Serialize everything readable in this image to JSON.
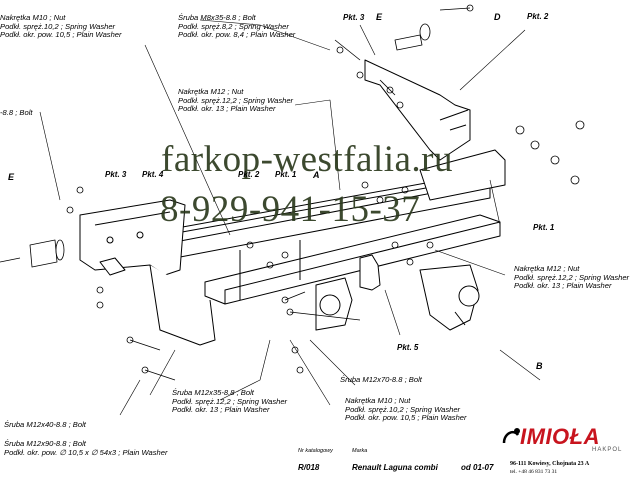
{
  "watermark": {
    "url": "farkop-westfalia.ru",
    "phone": "8-929-941-15-37"
  },
  "letters": [
    "E",
    "D",
    "E",
    "A",
    "B"
  ],
  "points": {
    "pkt2_top": "Pkt. 2",
    "pkt3_top": "Pkt. 3",
    "pkt3_left": "Pkt. 3",
    "pkt4_left": "Pkt. 4",
    "pkt2_mid": "Pkt. 2",
    "pkt1_mid": "Pkt. 1",
    "pkt1_right": "Pkt. 1",
    "pkt5": "Pkt. 5"
  },
  "labels": {
    "nut_m10_top": [
      "Nakrętka  M10 ; Nut",
      "Podkł. spręż.10,2 ; Spring Washer",
      "Podkł. okr. pow. 10,5 ; Plain Washer"
    ],
    "bolt_m8": [
      "Śruba M8x35-8.8 ;  Bolt",
      "Podkł. spręż.8,2 ; Spring Washer",
      "Podkł. okr. pow. 8,4 ; Plain Washer"
    ],
    "nut_m12_mid": [
      "Nakrętka  M12 ; Nut",
      "Podkł. spręż.12,2 ; Spring Washer",
      "Podkł. okr. 13 ; Plain Washer"
    ],
    "bolt_left_partial": "-8.8 ;  Bolt",
    "nut_m12_right": [
      "Nakrętka  M12 ; Nut",
      "Podkł. spręż.12,2 ; Spring Washer",
      "Podkł. okr. 13 ; Plain Washer"
    ],
    "bolt_m12x70": "Śruba M12x70-8.8 ;  Bolt",
    "bolt_m12x35": [
      "Śruba M12x35-8.8 ;  Bolt",
      "Podkł. spręż.12,2 ; Spring Washer",
      "Podkł. okr. 13 ; Plain Washer"
    ],
    "nut_m10_bottom": [
      "Nakrętka  M10 ; Nut",
      "Podkł. spręż.10,2 ; Spring Washer",
      "Podkł. okr. pow. 10,5 ; Plain Washer"
    ],
    "bolt_m12x40": "Śruba M12x40-8.8 ;  Bolt",
    "bolt_m12x90": [
      "Śruba M12x90-8.8 ;  Bolt",
      "Podkł. okr. pow. ∅ 10,5 x ∅ 54x3 ; Plain Washer"
    ]
  },
  "footer": {
    "catalog_label": "Nr katalogowy",
    "catalog_value": "R/018",
    "brand_label": "Marka",
    "model_value": "Renault Laguna combi",
    "year_value": "od  01-07"
  },
  "brand": {
    "name": "IMIOŁA",
    "sub": "HAKPOL",
    "address": "96-111 Kowiesy, Chojnata 23 A",
    "phone": "tel. +48 46 831 73 31"
  },
  "colors": {
    "line": "#000000",
    "watermark": "#2c3a1e",
    "brand": "#c8141e"
  }
}
